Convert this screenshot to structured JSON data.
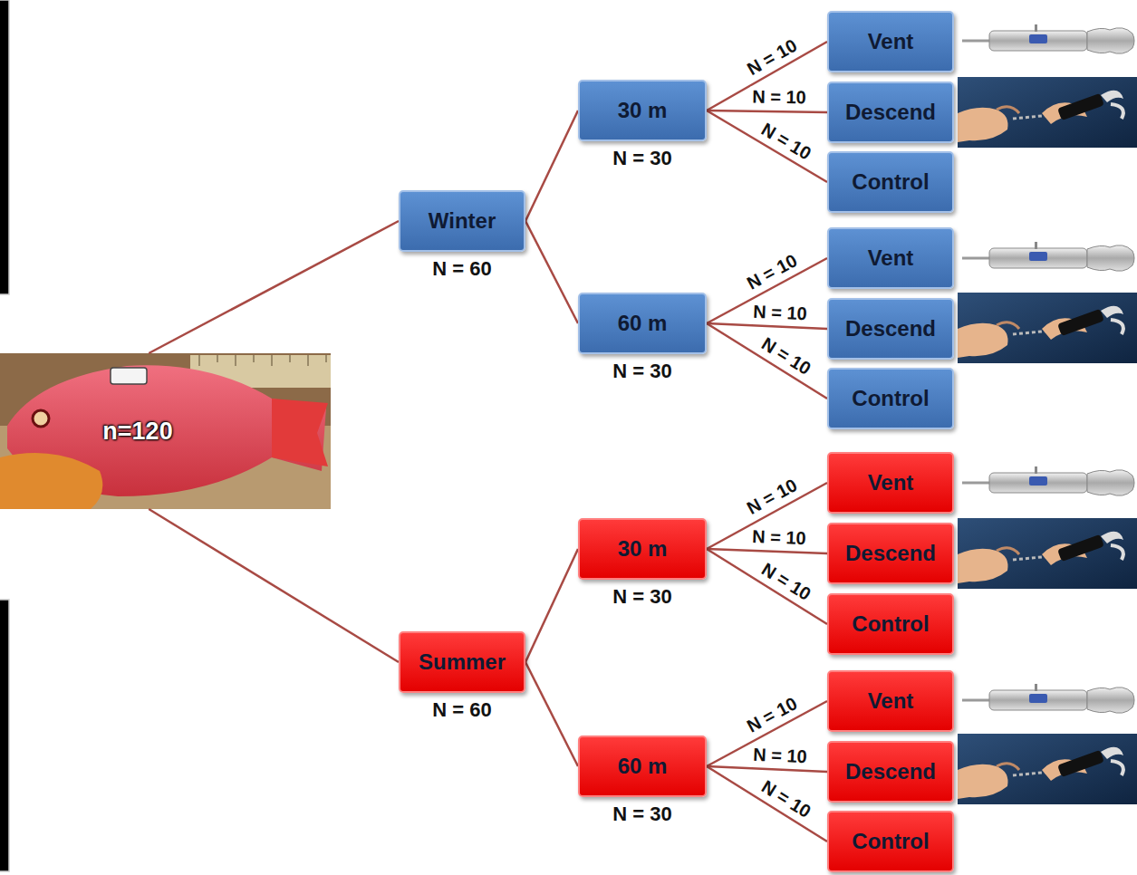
{
  "diagram": {
    "nodes": [
      {
        "text": [
          "n=120"
        ]
      },
      {
        "text": [
          "Winter",
          "N = 60"
        ]
      },
      {
        "text": [
          "30 m",
          "N = 30"
        ]
      },
      {
        "text": [
          "Vent"
        ]
      },
      {
        "text": [
          "Descend"
        ]
      },
      {
        "text": [
          "Control"
        ]
      },
      {
        "text": [
          "60 m",
          "N = 30"
        ]
      },
      {
        "text": [
          "Vent"
        ]
      },
      {
        "text": [
          "Descend"
        ]
      },
      {
        "text": [
          "Control"
        ]
      },
      {
        "text": [
          "Summer",
          "N = 60"
        ]
      },
      {
        "text": [
          "30 m",
          "N = 30"
        ]
      },
      {
        "text": [
          "Vent"
        ]
      },
      {
        "text": [
          "Descend"
        ]
      },
      {
        "text": [
          "Control"
        ]
      },
      {
        "text": [
          "60 m",
          "N = 30"
        ]
      },
      {
        "text": [
          "Vent"
        ]
      },
      {
        "text": [
          "Descend"
        ]
      },
      {
        "text": [
          "Control"
        ]
      }
    ],
    "edges": [
      {
        "from": 0,
        "to": 1,
        "arrow": "none"
      },
      {
        "from": 1,
        "to": 2,
        "arrow": "none"
      },
      {
        "from": 2,
        "to": 3,
        "label": "N = 10",
        "arrow": "none"
      },
      {
        "from": 2,
        "to": 4,
        "label": "N = 10",
        "arrow": "none"
      },
      {
        "from": 2,
        "to": 5,
        "label": "N = 10",
        "arrow": "none"
      },
      {
        "from": 1,
        "to": 6,
        "arrow": "none"
      },
      {
        "from": 6,
        "to": 7,
        "label": "N = 10",
        "arrow": "none"
      },
      {
        "from": 6,
        "to": 8,
        "label": "N = 10",
        "arrow": "none"
      },
      {
        "from": 6,
        "to": 9,
        "label": "N = 10",
        "arrow": "none"
      },
      {
        "from": 0,
        "to": 10,
        "arrow": "none"
      },
      {
        "from": 10,
        "to": 11,
        "arrow": "none"
      },
      {
        "from": 11,
        "to": 12,
        "label": "N = 10",
        "arrow": "none"
      },
      {
        "from": 11,
        "to": 13,
        "label": "N = 10",
        "arrow": "none"
      },
      {
        "from": 11,
        "to": 14,
        "label": "N = 10",
        "arrow": "none"
      },
      {
        "from": 10,
        "to": 15,
        "arrow": "none"
      },
      {
        "from": 15,
        "to": 16,
        "label": "N = 10",
        "arrow": "none"
      },
      {
        "from": 15,
        "to": 17,
        "label": "N = 10",
        "arrow": "none"
      },
      {
        "from": 15,
        "to": 18,
        "label": "N = 10",
        "arrow": "none"
      }
    ]
  }
}
